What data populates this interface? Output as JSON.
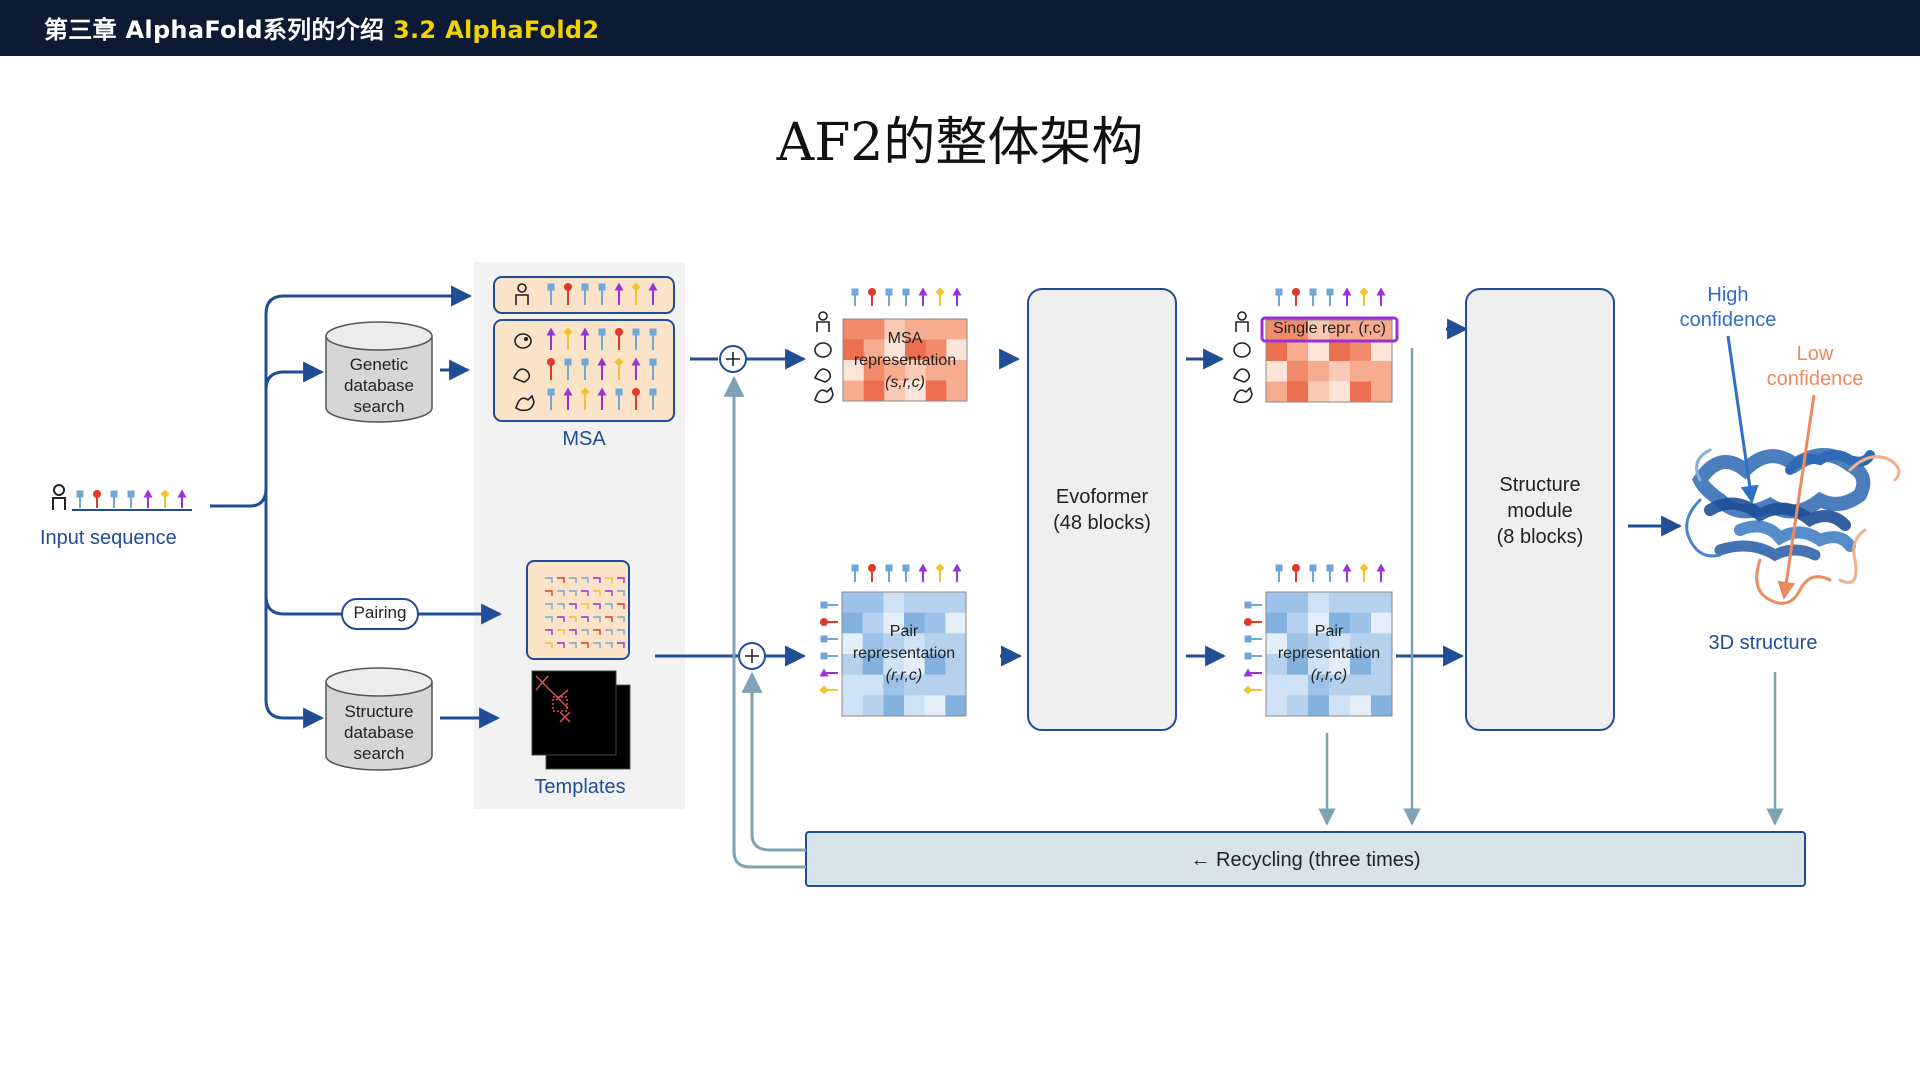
{
  "header": {
    "chapter": "第三章 AlphaFold系列的介绍",
    "section": "3.2 AlphaFold2"
  },
  "page_title": "AF2的整体架构",
  "diagram": {
    "input_sequence": "Input sequence",
    "genetic_db": [
      "Genetic",
      "database",
      "search"
    ],
    "structure_db": [
      "Structure",
      "database",
      "search"
    ],
    "pairing": "Pairing",
    "msa_label": "MSA",
    "templates_label": "Templates",
    "msa_repr": [
      "MSA",
      "representation",
      "(s,r,c)"
    ],
    "pair_repr_in": [
      "Pair",
      "representation",
      "(r,r,c)"
    ],
    "evoformer": [
      "Evoformer",
      "(48 blocks)"
    ],
    "single_repr": "Single repr. (r,c)",
    "pair_repr_out": [
      "Pair",
      "representation",
      "(r,r,c)"
    ],
    "structure_module": [
      "Structure",
      "module",
      "(8 blocks)"
    ],
    "high_conf": [
      "High",
      "confidence"
    ],
    "low_conf": [
      "Low",
      "confidence"
    ],
    "structure_3d": "3D structure",
    "recycling": "← Recycling (three times)"
  },
  "colors": {
    "header_bg": "#0c1a33",
    "header_highlight": "#f3d200",
    "arrow_blue": "#1f4e96",
    "recycle_gray": "#7fa2b4",
    "high_conf": "#2f6fc7",
    "low_conf": "#ec8a5f",
    "msa_heat": "#f28a6c",
    "pair_heat": "#8fbbe3",
    "recycle_bg": "#d7e5ea",
    "panel_bg": "#f2f2f2"
  }
}
